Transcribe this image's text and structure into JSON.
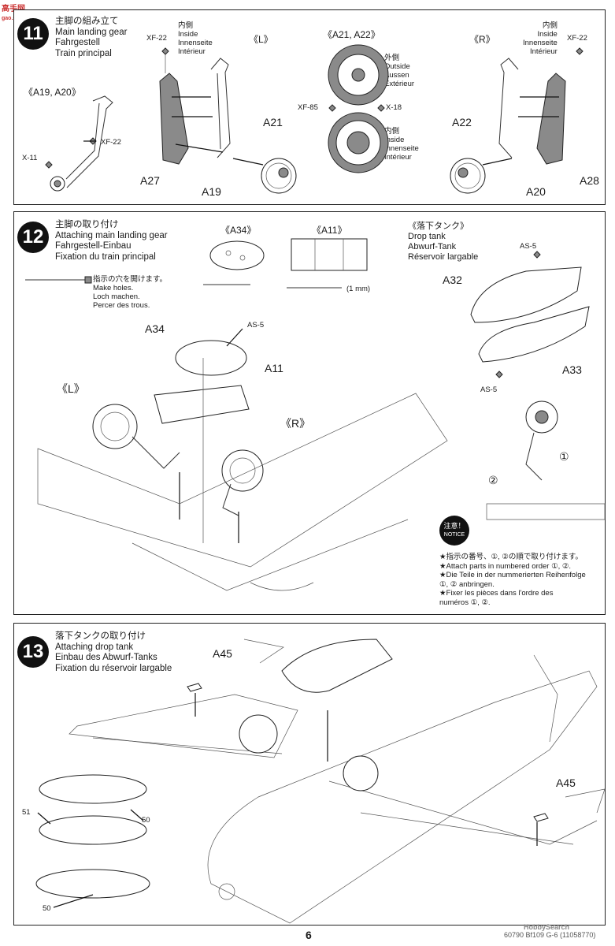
{
  "watermark": "高手网",
  "watermark_sub": "gao.shou.com",
  "step11": {
    "number": "11",
    "title_jp": "主脚の組み立て",
    "title_en": "Main landing gear",
    "title_de": "Fahrgestell",
    "title_fr": "Train principal",
    "left_label": "《L》",
    "right_label": "《R》",
    "group_left": "《A19, A20》",
    "group_wheels": "《A21, A22》",
    "inside_jp": "内側",
    "inside_en": "Inside",
    "inside_de": "Innenseite",
    "inside_fr": "Intérieur",
    "outside_jp": "外側",
    "outside_en": "Outside",
    "outside_de": "Aussen",
    "outside_fr": "Extérieur",
    "paint_xf22": "XF-22",
    "paint_x11": "X-11",
    "paint_xf85": "XF-85",
    "paint_x18": "X-18",
    "part_a21": "A21",
    "part_a27": "A27",
    "part_a19": "A19",
    "part_a22": "A22",
    "part_a20": "A20",
    "part_a28": "A28"
  },
  "step12": {
    "number": "12",
    "title_jp": "主脚の取り付け",
    "title_en": "Attaching main landing gear",
    "title_de": "Fahrgestell-Einbau",
    "title_fr": "Fixation du train principal",
    "holes_jp": "指示の穴を開けます。",
    "holes_en": "Make holes.",
    "holes_de": "Loch machen.",
    "holes_fr": "Percer des trous.",
    "hole_size": "(1 mm)",
    "label_a34_group": "《A34》",
    "label_a11_group": "《A11》",
    "droptank_jp": "《落下タンク》",
    "droptank_en": "Drop tank",
    "droptank_de": "Abwurf-Tank",
    "droptank_fr": "Réservoir largable",
    "part_a34": "A34",
    "part_a11": "A11",
    "part_as5": "AS-5",
    "part_a32": "A32",
    "part_a33": "A33",
    "left_label": "《L》",
    "right_label": "《R》",
    "order_1": "①",
    "order_2": "②",
    "notice_jp": "注意！",
    "notice_en": "NOTICE",
    "notice_lines": [
      "★指示の番号、①, ②の順で取り付けます。",
      "★Attach parts in numbered order ①, ②.",
      "★Die Teile in der nummerierten Reihenfolge",
      "①, ② anbringen.",
      "★Fixer les pièces dans l'ordre des",
      "numéros ①, ②."
    ]
  },
  "step13": {
    "number": "13",
    "title_jp": "落下タンクの取り付け",
    "title_en": "Attaching drop tank",
    "title_de": "Einbau des Abwurf-Tanks",
    "title_fr": "Fixation du réservoir largable",
    "part_a45": "A45",
    "decal_50": "50",
    "decal_51": "51"
  },
  "footer": {
    "page": "6",
    "code": "60790 Bf109 G-6 (11058770)",
    "source": "HobbySearch"
  }
}
